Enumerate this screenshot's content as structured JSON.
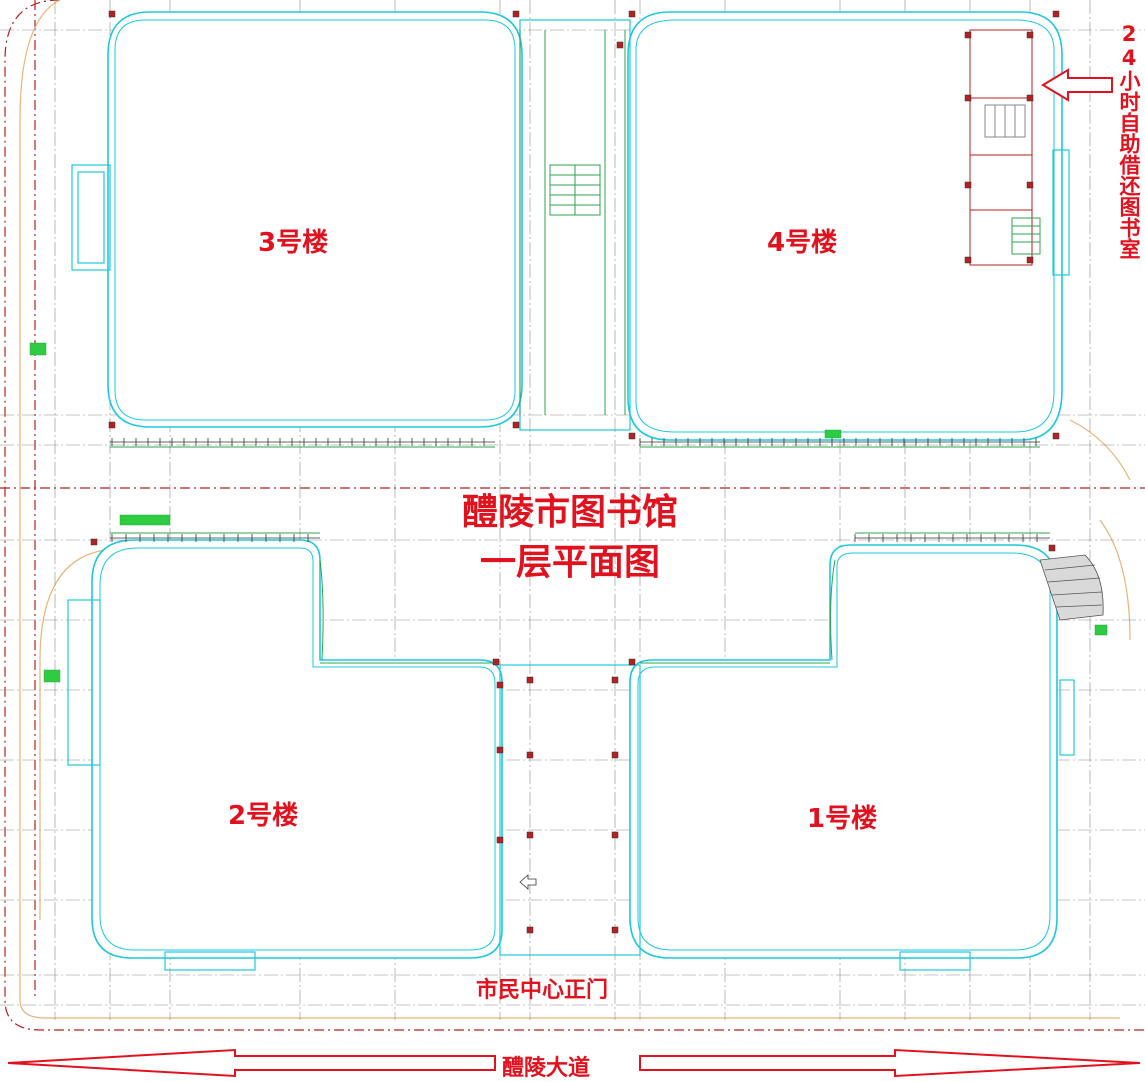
{
  "title": {
    "line1": "醴陵市图书馆",
    "line2": "一层平面图"
  },
  "buildings": {
    "b1": "1号楼",
    "b2": "2号楼",
    "b3": "3号楼",
    "b4": "4号楼"
  },
  "gate_label": "市民中心正门",
  "road_label": "醴陵大道",
  "self_service_label": "24小时自助借还图书室",
  "colors": {
    "label_red": "#e1121e",
    "wall_cyan": "#1ec8dc",
    "grid_green": "#2da44e",
    "grid_gray": "#8a8a8a",
    "dim_dark": "#333333",
    "boundary_red": "#b22222",
    "setback_orange": "#e7b47a"
  }
}
